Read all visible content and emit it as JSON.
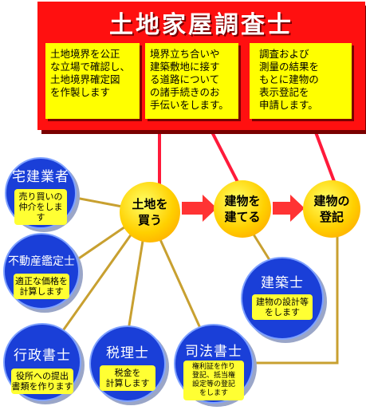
{
  "header": {
    "title": "土地家屋調査士",
    "boxes": [
      "土地境界を公正\nな立場で確認し、\n土地境界確定図\nを作製します",
      "境界立ち合いや\n建築敷地に接す\nる道路について\nの諸手続きのお\n手伝いをします。",
      "調査および\n測量の結果を\nもとに建物の\n表示登記を\n申請します。"
    ]
  },
  "process": [
    "土地を\n買う",
    "建物を\n建てる",
    "建物の\n登記"
  ],
  "roles": {
    "takken": {
      "title": "宅建業者",
      "desc": "売り買いの\n仲介をします"
    },
    "fudosan": {
      "title": "不動産鑑定士",
      "desc": "適正な価格を\n計算します"
    },
    "gyosei": {
      "title": "行政書士",
      "desc": "役所への提出\n書類を作ります"
    },
    "zeiri": {
      "title": "税理士",
      "desc": "税金を\n計算します"
    },
    "shiho": {
      "title": "司法書士",
      "desc": "権利証を作り\n登記、抵当権\n設定等の登記\nをします"
    },
    "kenchiku": {
      "title": "建築士",
      "desc": "建物の設計等\nをします"
    }
  },
  "colors": {
    "header_red": "#ff1010",
    "box_yellow": "#ffff00",
    "circle_blue": "#1a3fd8",
    "connector_gold": "#c8a030",
    "arrow_red": "#ff3333"
  }
}
